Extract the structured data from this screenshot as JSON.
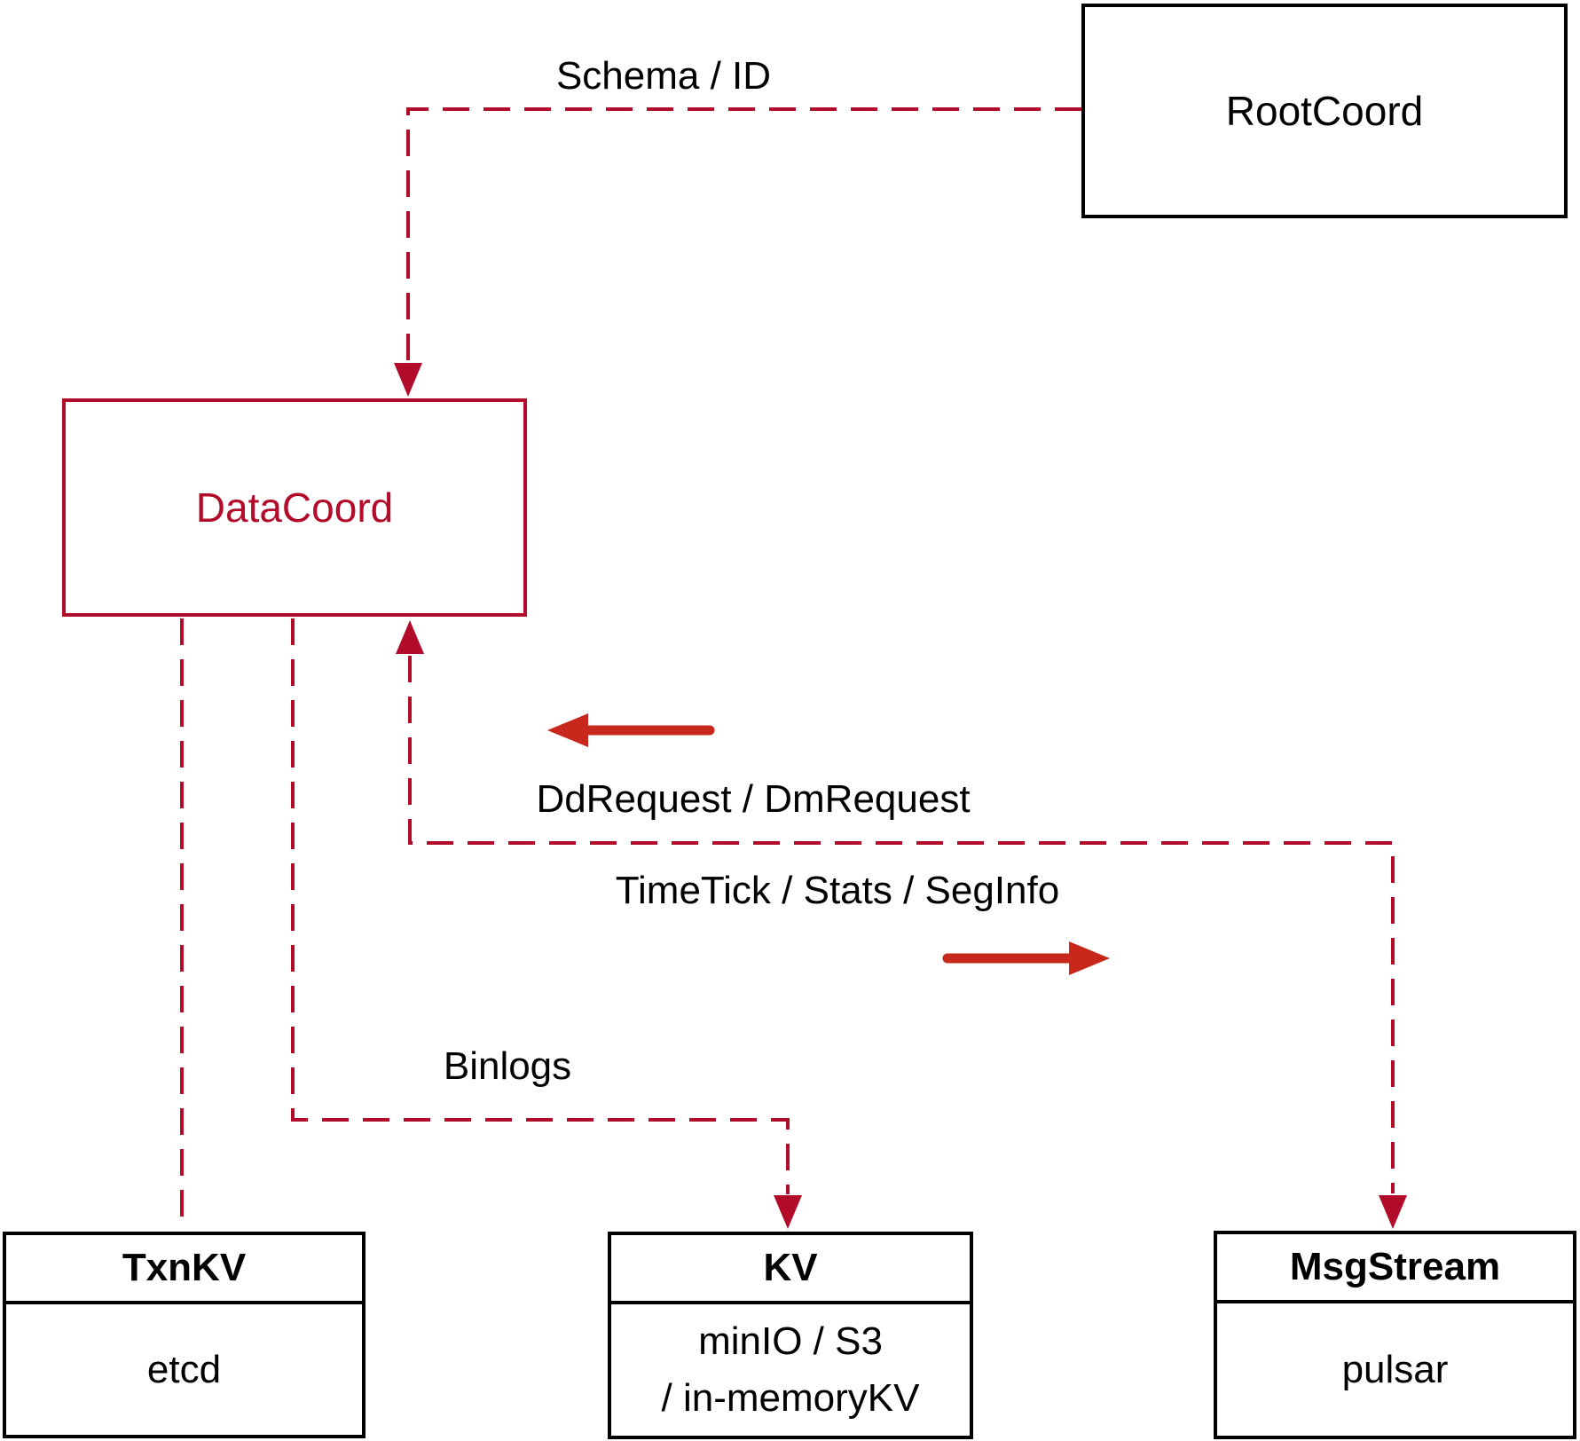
{
  "nodes": {
    "rootcoord": {
      "label": "RootCoord"
    },
    "datacoord": {
      "label": "DataCoord"
    },
    "txnkv": {
      "title": "TxnKV",
      "body": "etcd"
    },
    "kv": {
      "title": "KV",
      "body_line1": "minIO / S3",
      "body_line2": "/ in-memoryKV"
    },
    "msgstream": {
      "title": "MsgStream",
      "body": "pulsar"
    }
  },
  "edges": {
    "schema_id": {
      "label": "Schema / ID"
    },
    "dd_dm_request": {
      "label": "DdRequest / DmRequest"
    },
    "timetick": {
      "label": "TimeTick / Stats / SegInfo"
    },
    "binlogs": {
      "label": "Binlogs"
    }
  },
  "colors": {
    "connector_red": "#B30C2B",
    "solid_arrow_red": "#C7281B",
    "box_black": "#000000"
  }
}
